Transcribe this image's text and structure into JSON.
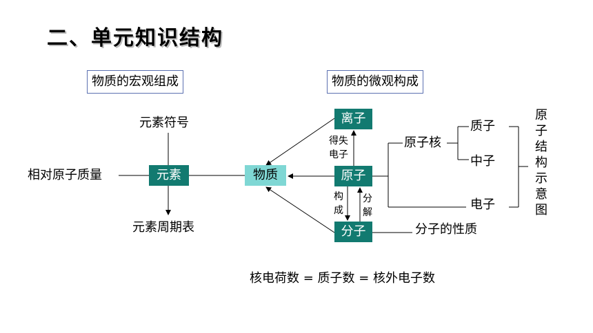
{
  "title": "二、单元知识结构",
  "macro_heading": "物质的宏观组成",
  "micro_heading": "物质的微观构成",
  "nodes": {
    "element": "元素",
    "substance": "物质",
    "ion": "离子",
    "atom": "原子",
    "molecule": "分子"
  },
  "labels": {
    "element_symbol": "元素符号",
    "relative_atomic_mass": "相对原子质量",
    "periodic_table": "元素周期表",
    "nucleus": "原子核",
    "proton": "质子",
    "neutron": "中子",
    "electron": "电子",
    "molecule_properties": "分子的性质",
    "gain_lose_electrons": [
      "得失",
      "电子"
    ],
    "constitute": [
      "构",
      "成"
    ],
    "decompose": [
      "分",
      "解"
    ],
    "atom_structure_diagram": [
      "原",
      "子",
      "结",
      "构",
      "示",
      "意",
      "图"
    ]
  },
  "equation": "核电荷数 = 质子数 = 核外电子数"
}
